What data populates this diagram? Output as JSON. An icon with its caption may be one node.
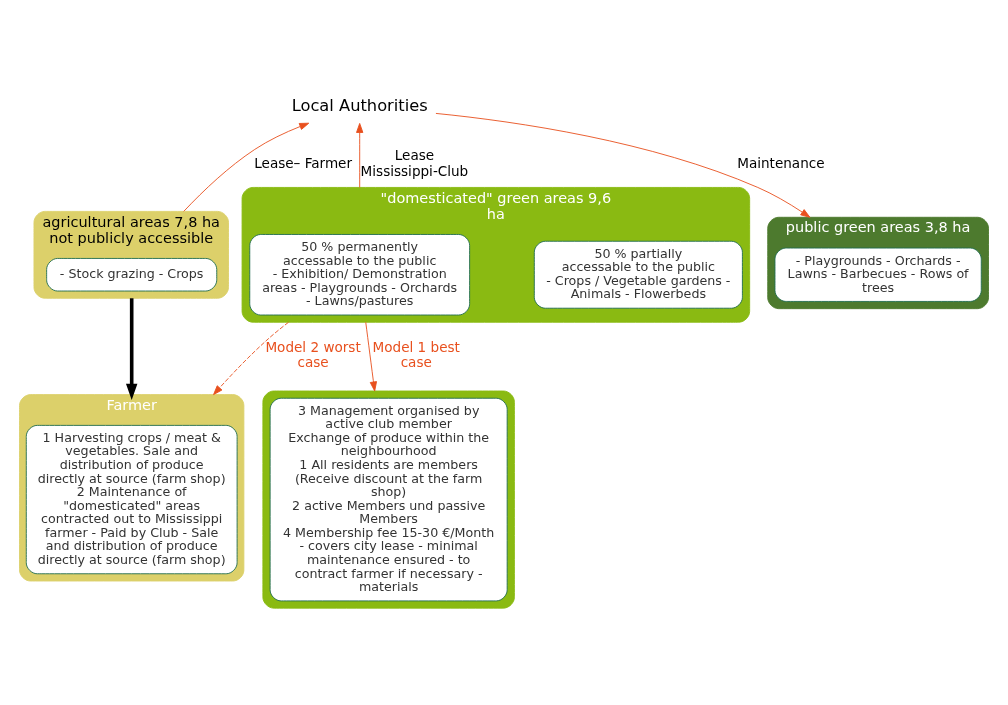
{
  "diagram": {
    "nodes": [
      {
        "text": [
          "Local Authorities"
        ]
      },
      {
        "text": [
          "agricultural areas 7,8 ha",
          "not publicly accessible"
        ]
      },
      {
        "text": [
          "- Stock grazing - Crops"
        ],
        "in": 1
      },
      {
        "text": [
          "\"domesticated\" green areas 9,6 ha"
        ]
      },
      {
        "text": [
          "50 % permanently",
          "accessable to the public",
          "- Exhibition/ Demonstration areas - Playgrounds - Orchards - Lawns/pastures"
        ],
        "in": 3
      },
      {
        "text": [
          "50 % partially",
          "accessable to the public",
          "- Crops / Vegetable gardens - Animals - Flowerbeds"
        ],
        "in": 3
      },
      {
        "text": [
          "public green areas 3,8 ha"
        ]
      },
      {
        "text": [
          "- Playgrounds - Orchards - Lawns - Barbecues - Rows of trees"
        ],
        "in": 6
      },
      {
        "text": [
          "Farmer"
        ]
      },
      {
        "text": [
          "1 Harvesting crops / meat & vegetables. Sale and distribution of produce directly at source (farm shop)",
          "2 Maintenance of \"domesticated\" areas contracted out to Mississippi farmer - Paid by Club - Sale and distribution of produce directly at source (farm shop)"
        ],
        "in": 8
      },
      {
        "text": [],
        "shape": "box"
      },
      {
        "text": [
          "3 Management organised by active club member",
          "Exchange of produce within the neighbourhood",
          "1 All residents are members",
          "(Receive discount at the farm shop)",
          "2 active Members und passive Members",
          "4 Membership fee 15-30 €/Month",
          "- covers city lease - minimal maintenance ensured - to contract farmer if necessary - materials"
        ],
        "in": 10
      }
    ],
    "edges": [
      {
        "from": 1,
        "to": 0,
        "arrow": "to",
        "label": "Lease– Farmer"
      },
      {
        "from": 3,
        "to": 0,
        "arrow": "to",
        "label": "Lease Mississippi-Club"
      },
      {
        "from": 0,
        "to": 6,
        "arrow": "to",
        "label": "Maintenance"
      },
      {
        "from": 1,
        "to": 8,
        "arrow": "to",
        "style": "thick",
        "color": "#000000"
      },
      {
        "from": 3,
        "to": 8,
        "arrow": "to",
        "style": "dashed",
        "label": "Model 2 worst case"
      },
      {
        "from": 3,
        "to": 10,
        "arrow": "to",
        "label": "Model 1 best case"
      }
    ]
  }
}
